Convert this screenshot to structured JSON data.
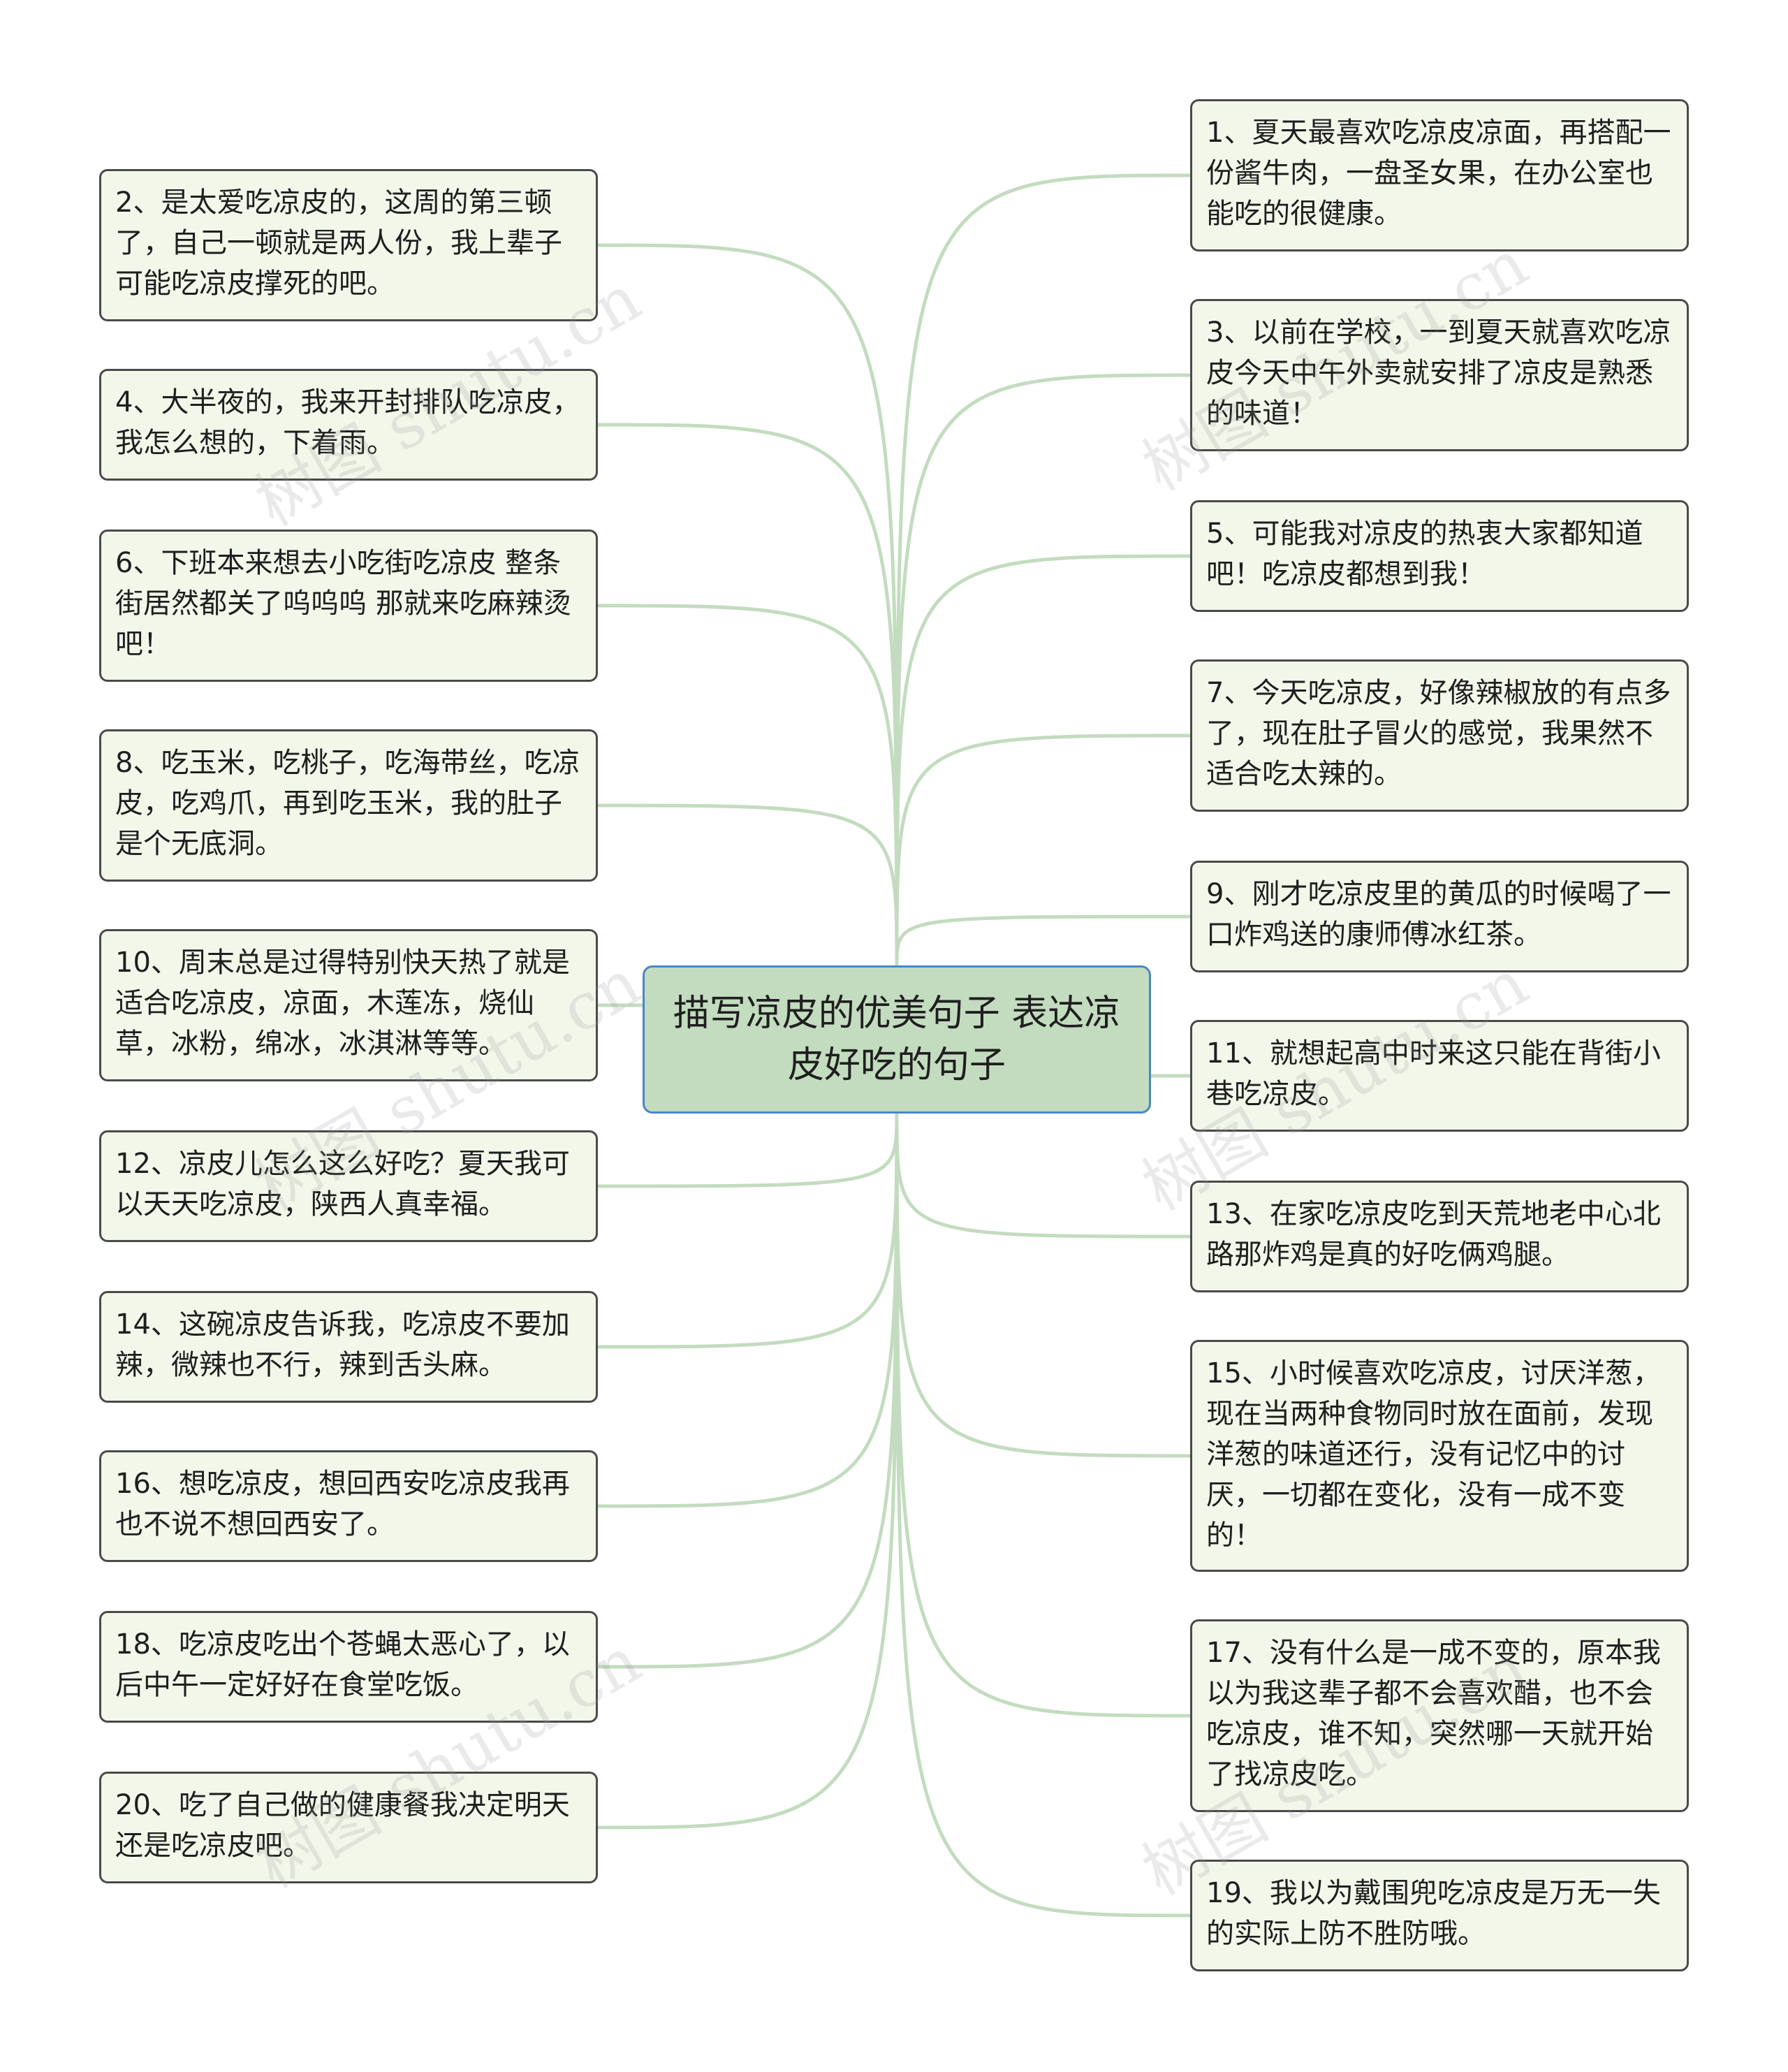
{
  "center": {
    "title": "描写凉皮的优美句子  表达凉皮好吃的句子"
  },
  "watermark": "树图 shutu.cn",
  "left_items": [
    {
      "label": "2、是太爱吃凉皮的，这周的第三顿了，自己一顿就是两人份，我上辈子可能吃凉皮撑死的吧。"
    },
    {
      "label": "4、大半夜的，我来开封排队吃凉皮，我怎么想的，下着雨。"
    },
    {
      "label": "6、下班本来想去小吃街吃凉皮 整条街居然都关了呜呜呜 那就来吃麻辣烫吧！"
    },
    {
      "label": "8、吃玉米，吃桃子，吃海带丝，吃凉皮，吃鸡爪，再到吃玉米，我的肚子是个无底洞。"
    },
    {
      "label": "10、周末总是过得特别快天热了就是适合吃凉皮，凉面，木莲冻，烧仙草，冰粉，绵冰，冰淇淋等等。"
    },
    {
      "label": "12、凉皮儿怎么这么好吃？夏天我可以天天吃凉皮，陕西人真幸福。"
    },
    {
      "label": "14、这碗凉皮告诉我，吃凉皮不要加辣，微辣也不行，辣到舌头麻。"
    },
    {
      "label": "16、想吃凉皮，想回西安吃凉皮我再也不说不想回西安了。"
    },
    {
      "label": "18、吃凉皮吃出个苍蝇太恶心了，以后中午一定好好在食堂吃饭。"
    },
    {
      "label": "20、吃了自己做的健康餐我决定明天还是吃凉皮吧。"
    }
  ],
  "right_items": [
    {
      "label": "1、夏天最喜欢吃凉皮凉面，再搭配一份酱牛肉，一盘圣女果，在办公室也能吃的很健康。"
    },
    {
      "label": "3、以前在学校，一到夏天就喜欢吃凉皮今天中午外卖就安排了凉皮是熟悉的味道！"
    },
    {
      "label": "5、可能我对凉皮的热衷大家都知道吧！吃凉皮都想到我！"
    },
    {
      "label": "7、今天吃凉皮，好像辣椒放的有点多了，现在肚子冒火的感觉，我果然不适合吃太辣的。"
    },
    {
      "label": "9、刚才吃凉皮里的黄瓜的时候喝了一口炸鸡送的康师傅冰红茶。"
    },
    {
      "label": "11、就想起高中时来这只能在背街小巷吃凉皮。"
    },
    {
      "label": "13、在家吃凉皮吃到天荒地老中心北路那炸鸡是真的好吃俩鸡腿。"
    },
    {
      "label": "15、小时候喜欢吃凉皮，讨厌洋葱，现在当两种食物同时放在面前，发现洋葱的味道还行，没有记忆中的讨厌，一切都在变化，没有一成不变的！"
    },
    {
      "label": "17、没有什么是一成不变的，原本我以为我这辈子都不会喜欢醋，也不会吃凉皮，谁不知，突然哪一天就开始了找凉皮吃。"
    },
    {
      "label": "19、我以为戴围兜吃凉皮是万无一失的实际上防不胜防哦。"
    }
  ]
}
